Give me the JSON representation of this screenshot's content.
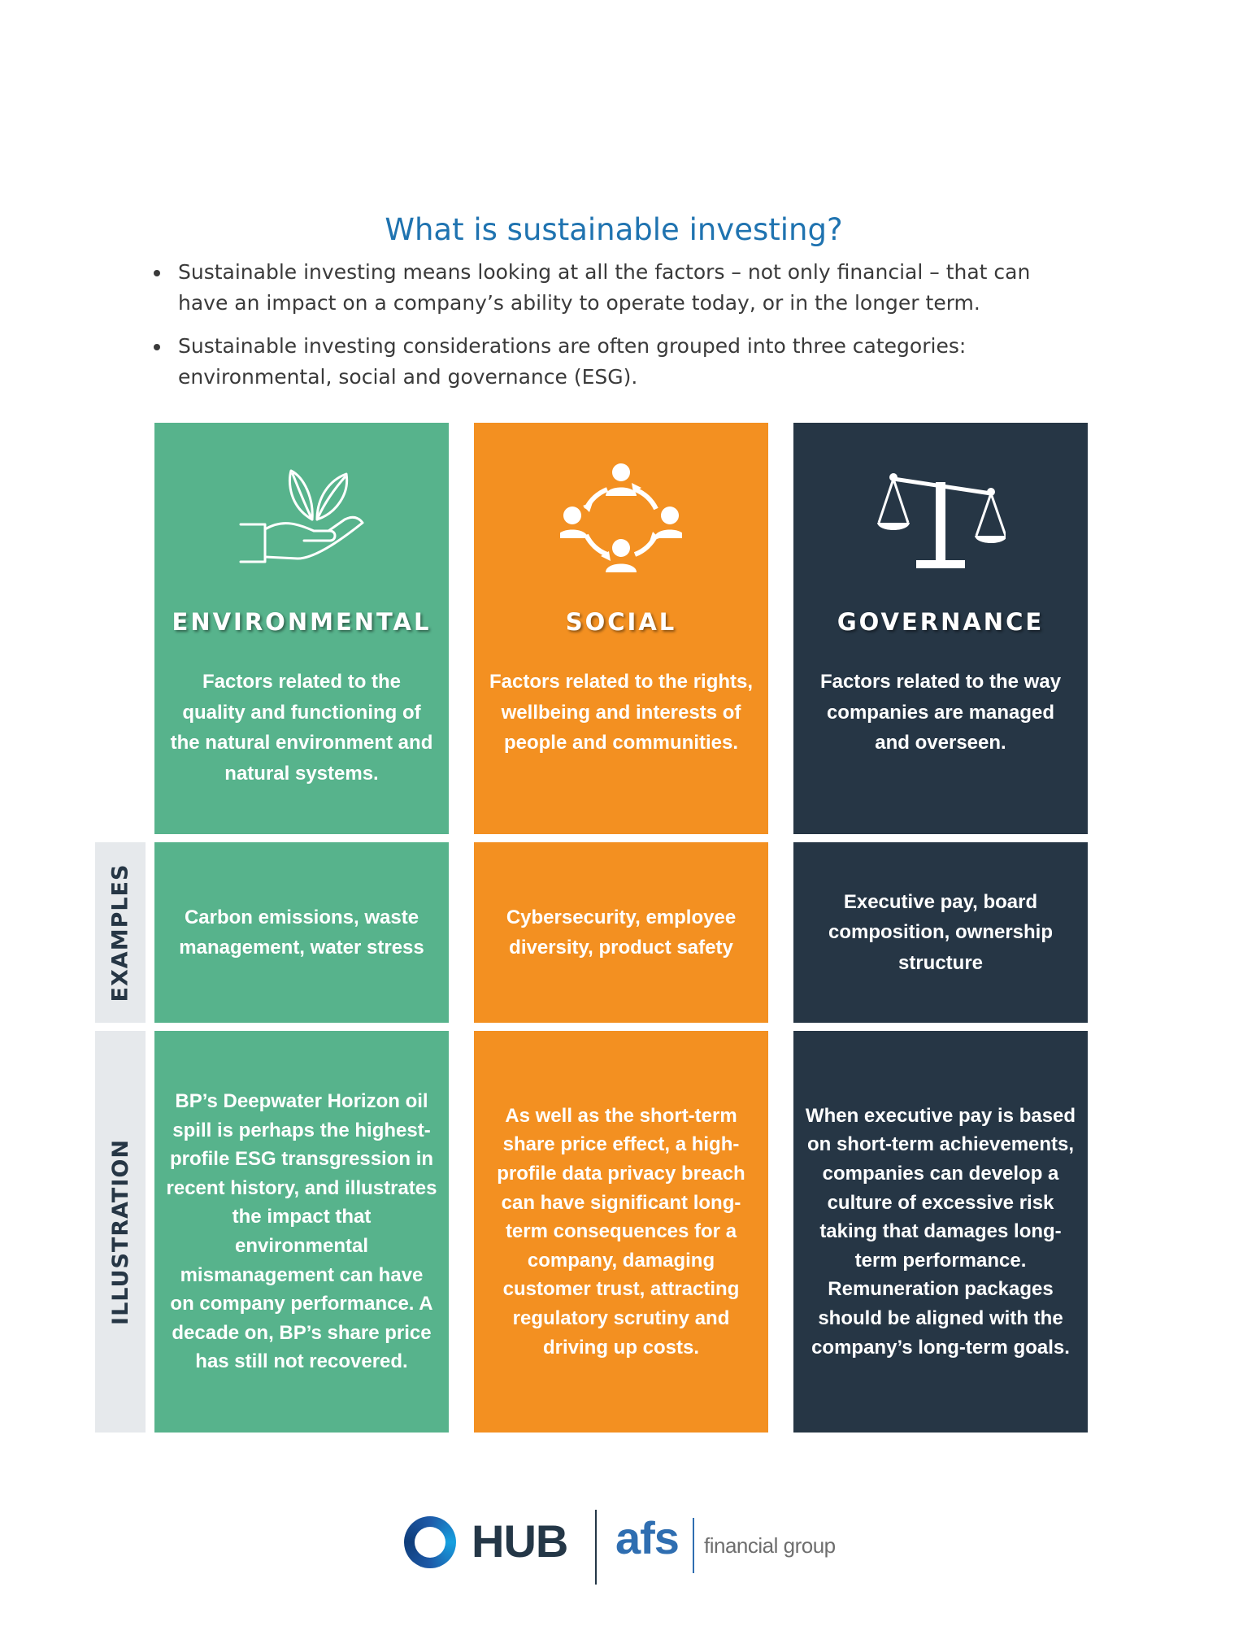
{
  "title": "What is sustainable investing?",
  "bullets": [
    "Sustainable investing means looking at all the factors – not only financial – that can have an impact on a company’s ability to operate today, or in the longer term.",
    "Sustainable investing considerations are often grouped into three categories:  environmental, social and governance (ESG)."
  ],
  "row_labels": {
    "examples": "EXAMPLES",
    "illustration": "ILLUSTRATION"
  },
  "categories": [
    {
      "icon": "leaf-in-hand-icon",
      "color": "#57b38c",
      "title": "ENVIRONMENTAL",
      "description": "Factors related to the quality and functioning of the natural environment and natural systems.",
      "examples": "Carbon emissions, waste management, water stress",
      "illustration": "BP’s Deepwater Horizon oil spill is perhaps the highest-profile ESG transgression in recent history, and illustrates the impact that environmental mismanagement can have on company performance.  A decade on, BP’s share price has still not recovered."
    },
    {
      "icon": "people-circle-icon",
      "color": "#f39021",
      "title": "SOCIAL",
      "description": "Factors related to the rights, wellbeing and interests of people and communities.",
      "examples": "Cybersecurity, employee diversity, product safety",
      "illustration": "As well as the short-term share price effect, a high-profile data privacy breach can have significant long-term consequences for a company, damaging customer trust, attracting regulatory scrutiny and driving up costs."
    },
    {
      "icon": "balance-scale-icon",
      "color": "#263645",
      "title": "GOVERNANCE",
      "description": "Factors related to the way companies are managed and overseen.",
      "examples": "Executive pay, board composition, ownership structure",
      "illustration": "When executive pay is based on short-term achievements, companies can develop a culture of excessive risk taking that damages long-term performance. Remuneration packages should be aligned with the company’s long-term goals."
    }
  ],
  "footer": {
    "hub": "HUB",
    "afs": "afs",
    "group": "financial group"
  }
}
